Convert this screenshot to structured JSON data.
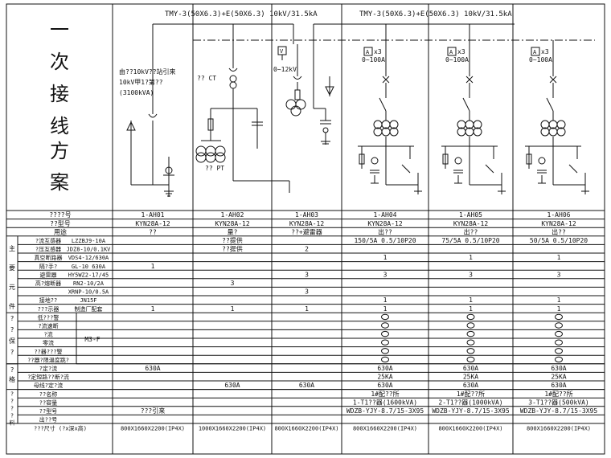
{
  "title_chars": [
    "一",
    "次",
    "接",
    "线",
    "方",
    "案"
  ],
  "bus_labels": [
    "TMY-3(50X6.3)+E(50X6.3) 10kV/31.5kA",
    "TMY-3(50X6.3)+E(50X6.3) 10kV/31.5kA"
  ],
  "diagram_text": {
    "incoming": [
      "由??10kV??站引来",
      "10kV甲1?第??",
      "(3100kVA)"
    ],
    "ct": "?? CT",
    "pt": "?? PT",
    "volt": "0~12kV",
    "ammeter_x3": "x3",
    "ammeter_range": "0~100A",
    "v_box": "V",
    "a_box": "A"
  },
  "columns": [
    "1-AH01",
    "1-AH02",
    "1-AH03",
    "1-AH04",
    "1-AH05",
    "1-AH06"
  ],
  "rows": {
    "cabinet_no": {
      "label": "????号",
      "vals": [
        "1-AH01",
        "1-AH02",
        "1-AH03",
        "1-AH04",
        "1-AH05",
        "1-AH06"
      ]
    },
    "cabinet_model": {
      "label": "??型号",
      "vals": [
        "KYN28A-12",
        "KYN28A-12",
        "KYN28A-12",
        "KYN28A-12",
        "KYN28A-12",
        "KYN28A-12"
      ]
    },
    "usage": {
      "label": "用途",
      "vals": [
        "??",
        "量?",
        "??+避雷器",
        "出??",
        "出??",
        "出??"
      ]
    }
  },
  "main_group_chars": [
    "主",
    "要",
    "元",
    "件"
  ],
  "components": [
    {
      "name": "?流互感器",
      "model": "LZZBJ9-10A",
      "vals": [
        "",
        "??提供",
        "",
        "150/5A    0.5/10P20",
        "75/5A    0.5/10P20",
        "50/5A    0.5/10P20"
      ]
    },
    {
      "name": "?压互感器",
      "model": "JDZ8-10/0.1KV",
      "vals": [
        "",
        "??提供",
        "2",
        "",
        "",
        ""
      ]
    },
    {
      "name": "真空断路器",
      "model": "VDS4-12/630A",
      "vals": [
        "",
        "",
        "",
        "1",
        "1",
        "1"
      ]
    },
    {
      "name": "隔?手?",
      "model": "GL-10 630A",
      "vals": [
        "1",
        "",
        "",
        "",
        "",
        ""
      ]
    },
    {
      "name": "避雷器",
      "model": "HY5WZ2-17/45",
      "vals": [
        "",
        "",
        "3",
        "3",
        "3",
        "3"
      ]
    },
    {
      "name": "高?熔断器",
      "model": "RN2-10/2A",
      "vals": [
        "",
        "3",
        "",
        "",
        "",
        ""
      ]
    },
    {
      "name": "",
      "model": "XRNP-10/0.5A",
      "vals": [
        "",
        "",
        "3",
        "",
        "",
        ""
      ]
    },
    {
      "name": "接地??",
      "model": "JN15F",
      "vals": [
        "",
        "",
        "",
        "1",
        "1",
        "1"
      ]
    },
    {
      "name": "???示器",
      "model": "制造厂配套",
      "vals": [
        "1",
        "1",
        "1",
        "1",
        "1",
        "1"
      ]
    }
  ],
  "protect_group_chars": [
    "?",
    "?",
    "保",
    "?"
  ],
  "protect_model": "M3-F",
  "protections": [
    {
      "name": "低???警",
      "vals": [
        "",
        "",
        "",
        "○",
        "○",
        "○"
      ]
    },
    {
      "name": "?流速断",
      "vals": [
        "",
        "",
        "",
        "○",
        "○",
        "○"
      ]
    },
    {
      "name": "?流",
      "vals": [
        "",
        "",
        "",
        "○",
        "○",
        "○"
      ]
    },
    {
      "name": "零流",
      "vals": [
        "",
        "",
        "",
        "○",
        "○",
        "○"
      ]
    },
    {
      "name": "??器???警",
      "vals": [
        "",
        "",
        "",
        "○",
        "○",
        "○"
      ]
    },
    {
      "name": "??器?限温度跳?",
      "vals": [
        "",
        "",
        "",
        "○",
        "○",
        "○"
      ]
    }
  ],
  "spec_group_char": "?\n格",
  "specs": [
    {
      "name": "?定?流",
      "vals": [
        "630A",
        "",
        "",
        "630A",
        "630A",
        "630A"
      ]
    },
    {
      "name": "?定短路??断?流",
      "vals": [
        "",
        "",
        "",
        "25KA",
        "25KA",
        "25KA"
      ]
    },
    {
      "name": "母线?定?流",
      "vals": [
        "",
        "630A",
        "630A",
        "630A",
        "630A",
        "630A"
      ]
    }
  ],
  "cable_group_chars": [
    "?",
    "?",
    "?",
    "?",
    "料"
  ],
  "cables": [
    {
      "name": "??名称",
      "vals": [
        "",
        "",
        "",
        "1#配??所",
        "1#配??所",
        "1#配??所"
      ]
    },
    {
      "name": "??容量",
      "vals": [
        "",
        "",
        "",
        "1-T1??器(1600kVA)",
        "2-T1??器(1000kVA)",
        "3-T1??器(500kVA)"
      ]
    },
    {
      "name": "??型号",
      "vals": [
        "???引来",
        "",
        "",
        "WDZB-YJY-8.7/15-3X95",
        "WDZB-YJY-8.7/15-3X95",
        "WDZB-YJY-8.7/15-3X95"
      ]
    },
    {
      "name": "出??号",
      "vals": [
        "",
        "",
        "",
        "",
        "",
        ""
      ]
    }
  ],
  "size_row": {
    "label": "???尺寸  (?x深x高)",
    "vals": [
      "800X1660X2200(IP4X)",
      "1000X1660X2200(IP4X)",
      "800X1660X2200(IP4X)",
      "800X1660X2200(IP4X)",
      "800X1660X2200(IP4X)",
      "800X1660X2200(IP4X)"
    ]
  }
}
